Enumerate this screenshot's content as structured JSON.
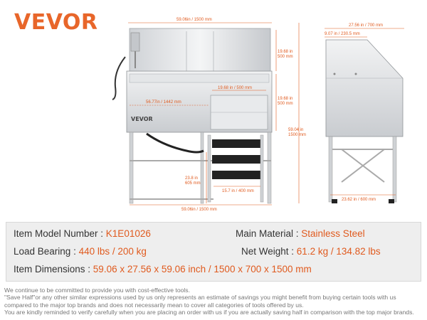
{
  "brand": {
    "logo_text": "VEVOR",
    "color": "#e8662a"
  },
  "dimensions": {
    "top_width": "59.06in / 1500 mm",
    "back_height": "19.68 in\n500 mm",
    "inner_width": "56.77in / 1442 mm",
    "door_width": "19.68 in / 500 mm",
    "door_height": "19.68 in\n500 mm",
    "total_height": "59.04 in\n1500 mm",
    "leg_height": "23.8 in\n605 mm",
    "step_width": "15.7 in / 400 mm",
    "bottom_width": "59.06in / 1500 mm",
    "side_depth": "27.56 in / 700 mm",
    "side_top": "9.07 in / 230.5 mm",
    "side_bottom": "23.62 in / 600 mm",
    "tub_label": "VEVOR"
  },
  "specs": {
    "model_label": "Item Model Number : ",
    "model_value": "K1E01026",
    "material_label": "Main Material : ",
    "material_value": "Stainless Steel",
    "load_label": "Load Bearing : ",
    "load_value": "440 lbs / 200 kg",
    "weight_label": "Net Weight : ",
    "weight_value": "61.2 kg / 134.82 lbs",
    "dims_label": "Item Dimensions : ",
    "dims_value": "59.06 x 27.56 x 59.06 inch / 1500 x 700 x 1500 mm"
  },
  "disclaimer": [
    "We continue to be committed to provide you with cost-effective tools.",
    "\"Save Half\"or any other similar expressions used by us only represents an estimate of savings you might benefit from buying certain tools with us",
    "compared to the major top brands and does not necessarily mean to cover all categories of tools offered by us.",
    "You are kindly reminded to verify carefully when you are placing an order with us if you are actually saving half in comparison with the top major brands."
  ],
  "colors": {
    "accent": "#e05a1e",
    "spec_bg": "#eeeeee",
    "text": "#333333",
    "steel": "#d9dcdf"
  }
}
